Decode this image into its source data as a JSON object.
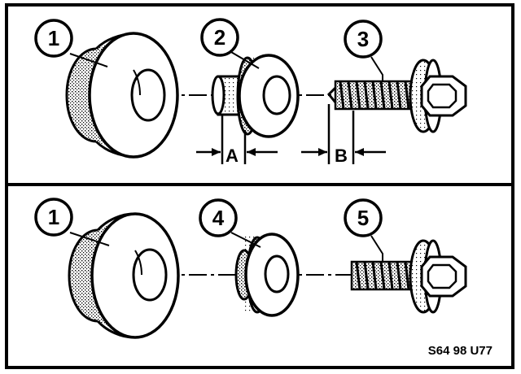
{
  "callouts": {
    "top": [
      "1",
      "2",
      "3"
    ],
    "bottom": [
      "1",
      "4",
      "5"
    ]
  },
  "dimensions": {
    "a": "A",
    "b": "B"
  },
  "figure_code": "S64 98 U77",
  "colors": {
    "line": "#000000",
    "fill": "#ffffff",
    "shade": "#b8b8b8"
  }
}
